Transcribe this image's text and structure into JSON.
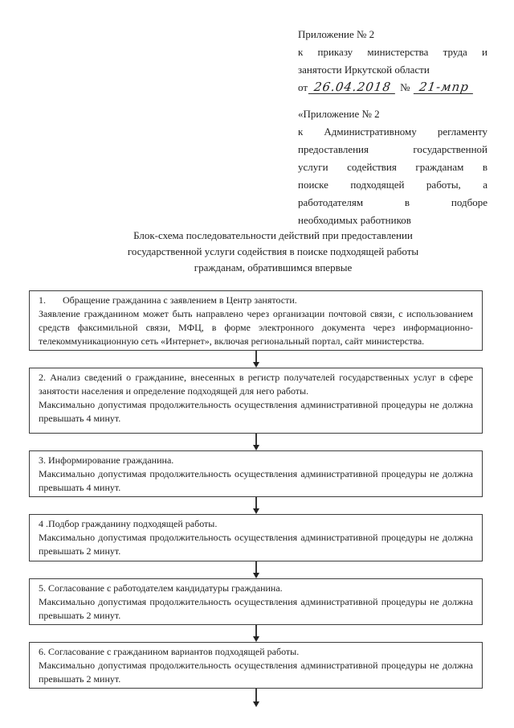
{
  "header": {
    "appendix_no": "Приложение № 2",
    "order_lines": [
      "к приказу министерства труда и",
      "занятости Иркутской области"
    ],
    "date_label": "от",
    "date_value": "26.04.2018",
    "no_label": "№",
    "no_value": "21-мпр",
    "quote_appendix_no": "«Приложение № 2",
    "regulation_lines": [
      "к Административному регламенту",
      "предоставления государственной",
      "услуги содействия гражданам в",
      "поиске подходящей работы, а",
      "работодателям в подборе",
      "необходимых работников"
    ]
  },
  "title_lines": [
    "Блок-схема последовательности действий при предоставлении",
    "государственной услуги содействия в поиске подходящей работы",
    "гражданам, обратившимся впервые"
  ],
  "flowchart": {
    "boxes": [
      {
        "paragraphs": [
          "1.       Обращение гражданина с заявлением в Центр занятости.",
          "Заявление гражданином может быть направлено через организации почтовой связи, с использованием средств факсимильной связи, МФЦ, в форме электронного документа через информационно-телекоммуникационную сеть «Интернет», включая региональный портал, сайт министерства."
        ]
      },
      {
        "paragraphs": [
          "2. Анализ сведений о гражданине, внесенных в регистр получателей государственных услуг в сфере занятости населения и определение подходящей для него работы.",
          "Максимально допустимая продолжительность осуществления административной процедуры не должна превышать 4 минут."
        ]
      },
      {
        "paragraphs": [
          "3. Информирование гражданина.",
          "Максимально допустимая продолжительность осуществления административной процедуры не должна превышать 4 минут."
        ]
      },
      {
        "paragraphs": [
          "4 .Подбор гражданину подходящей работы.",
          "Максимально допустимая продолжительность осуществления административной процедуры не должна превышать 2 минут."
        ]
      },
      {
        "paragraphs": [
          "5. Согласование с работодателем кандидатуры гражданина.",
          "Максимально допустимая продолжительность осуществления административной процедуры не должна превышать 2 минут."
        ]
      },
      {
        "paragraphs": [
          "6. Согласование с гражданином вариантов подходящей работы.",
          "Максимально допустимая продолжительность осуществления административной процедуры не должна превышать 2 минут."
        ]
      }
    ]
  },
  "colors": {
    "ink": "#1e1e1e",
    "border": "#3d3d3d",
    "background": "#ffffff"
  }
}
